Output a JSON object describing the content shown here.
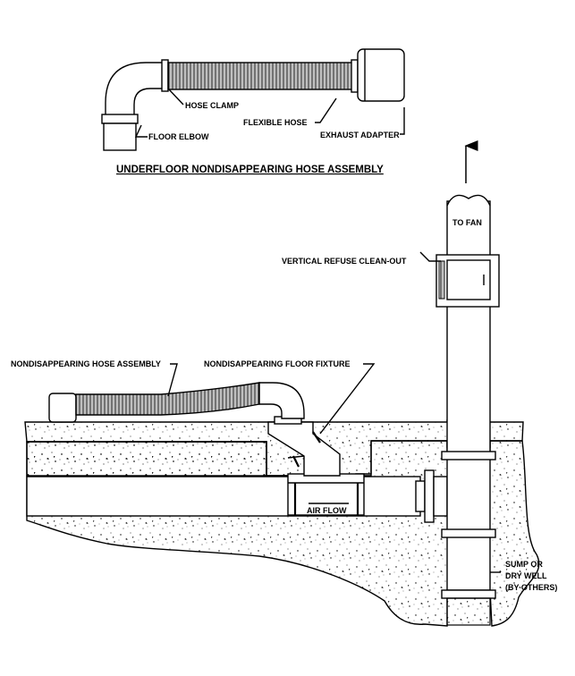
{
  "assembly_title": "UNDERFLOOR NONDISAPPEARING HOSE ASSEMBLY",
  "labels": {
    "hose_clamp": "HOSE CLAMP",
    "floor_elbow": "FLOOR ELBOW",
    "flexible_hose": "FLEXIBLE HOSE",
    "exhaust_adapter": "EXHAUST ADAPTER",
    "to_fan": "TO FAN",
    "vertical_refuse_clean_out": "VERTICAL REFUSE CLEAN-OUT",
    "nondisappearing_hose_assembly": "NONDISAPPEARING HOSE ASSEMBLY",
    "nondisappearing_floor_fixture": "NONDISAPPEARING FLOOR  FIXTURE",
    "air_flow": "AIR FLOW",
    "sump_line1": "SUMP OR",
    "sump_line2": "DRY WELL",
    "sump_line3": "(BY OTHERS)"
  }
}
